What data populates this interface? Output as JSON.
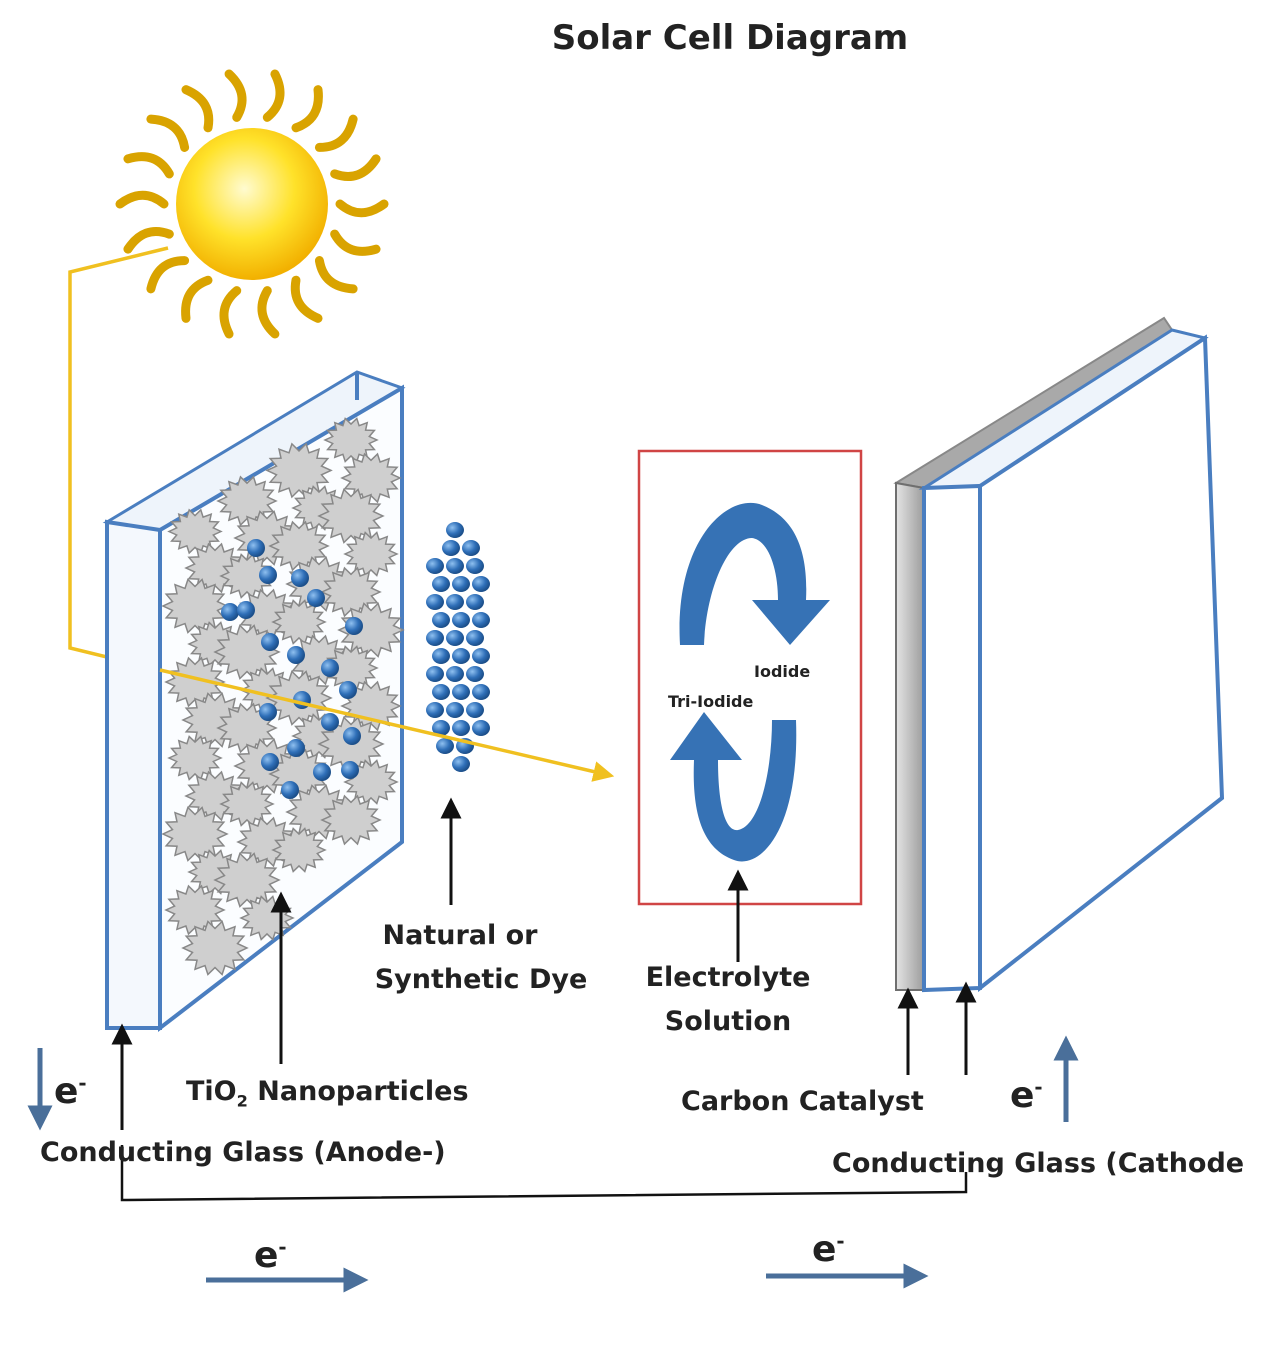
{
  "title": "Solar Cell Diagram",
  "labels": {
    "dye": [
      "Natural or",
      "Synthetic Dye"
    ],
    "electrolyte": [
      "Electrolyte",
      "Solution"
    ],
    "iodide": "Iodide",
    "triiodide": "Tri-Iodide",
    "tio2": {
      "prefix": "TiO",
      "subscript": "2",
      "suffix": " Nanoparticles"
    },
    "anode": "Conducting Glass (Anode-)",
    "cathode": "Conducting Glass (Cathode",
    "carbon": "Carbon Catalyst",
    "electron": {
      "symbol": "e",
      "charge": "-"
    }
  },
  "colors": {
    "glass_edge": "#4a7ec0",
    "sun_core": "#ffd21a",
    "sun_rays": "#d9a300",
    "light_path": "#f0c020",
    "dye_particle": "#2f6fb8",
    "nanoparticle": "#cfcfcf",
    "electrolyte_box": "#d04545",
    "redox_arrow": "#3672b5",
    "carbon_layer": "#b8b8b8",
    "electron_arrow": "#4a6f9a"
  }
}
